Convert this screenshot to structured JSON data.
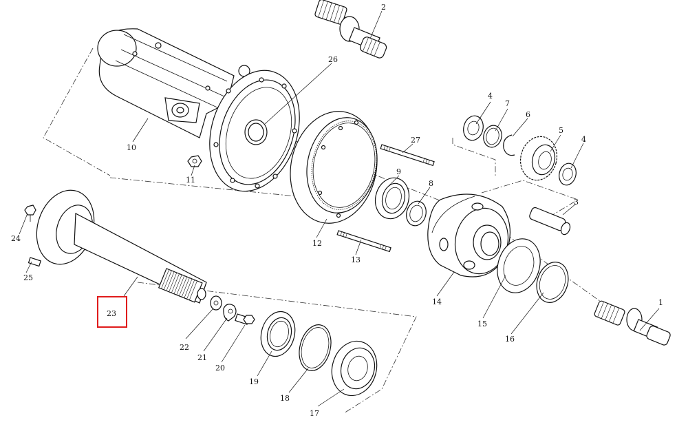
{
  "callouts": {
    "c1": "1",
    "c2": "2",
    "c3": "3",
    "c4a": "4",
    "c4b": "4",
    "c5": "5",
    "c6": "6",
    "c7": "7",
    "c8": "8",
    "c9": "9",
    "c10": "10",
    "c11": "11",
    "c12": "12",
    "c13": "13",
    "c14": "14",
    "c15": "15",
    "c16": "16",
    "c17": "17",
    "c18": "18",
    "c19": "19",
    "c20": "20",
    "c21": "21",
    "c22": "22",
    "c23": "23",
    "c24": "24",
    "c25": "25",
    "c26": "26",
    "c27": "27"
  },
  "highlight": {
    "part": "23",
    "color": "#e01b1b"
  }
}
